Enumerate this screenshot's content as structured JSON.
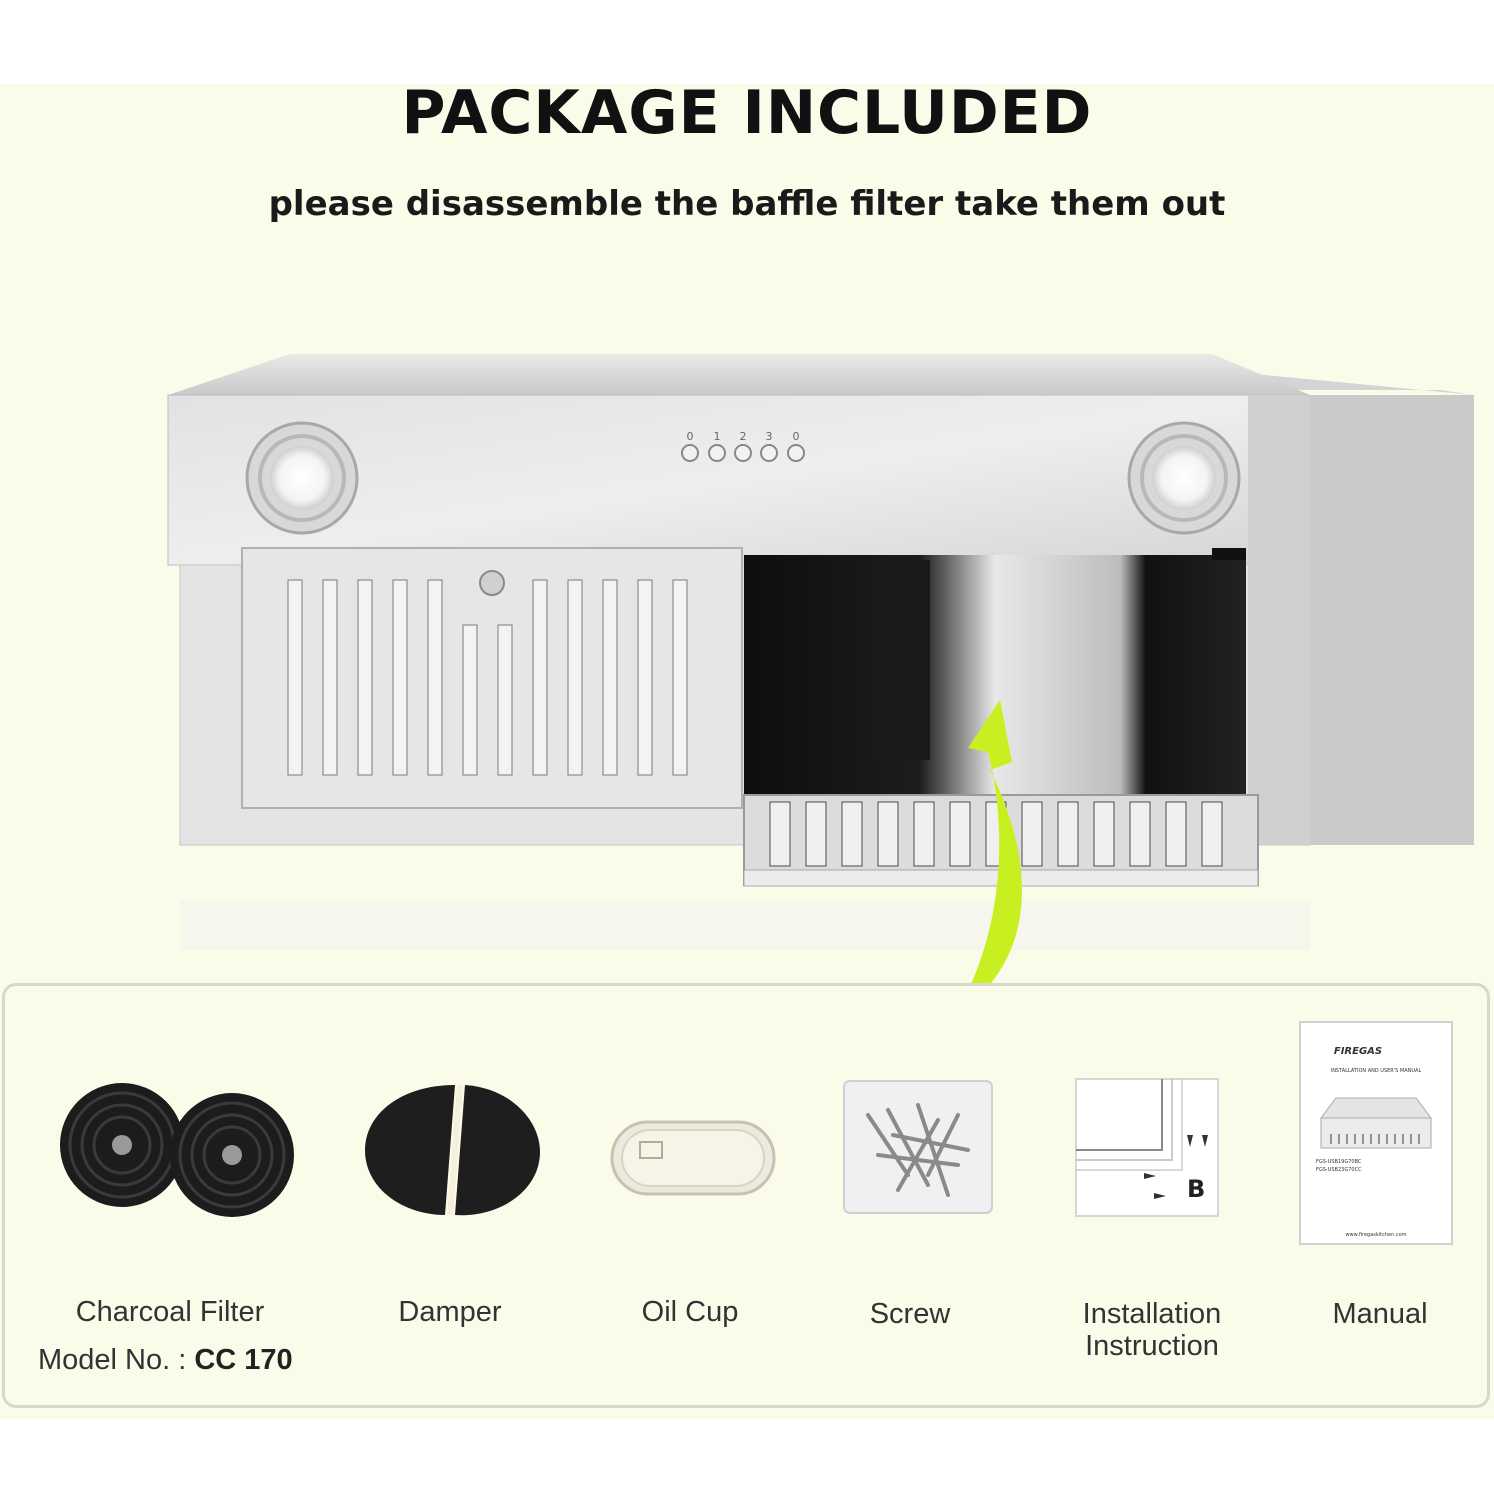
{
  "header": {
    "title": "PACKAGE INCLUDED",
    "subtitle": "please disassemble the baffle filter take them out"
  },
  "controls": {
    "labels": [
      "0",
      "1",
      "2",
      "3",
      "0"
    ]
  },
  "accessories": {
    "items": [
      {
        "label": "Charcoal Filter",
        "icon": "charcoal-filter-icon"
      },
      {
        "label": "Damper",
        "icon": "damper-icon"
      },
      {
        "label": "Oil Cup",
        "icon": "oil-cup-icon"
      },
      {
        "label": "Screw",
        "icon": "screw-bag-icon"
      },
      {
        "label": "Installation Instruction",
        "icon": "installation-sheet-icon"
      },
      {
        "label": "Manual",
        "icon": "manual-booklet-icon"
      }
    ],
    "model_prefix": "Model No. : ",
    "model_value": "CC 170",
    "install_sheet_letter": "B"
  },
  "manual": {
    "brand": "FIREGAS",
    "heading": "INSTALLATION AND USER'S MANUAL",
    "models": [
      "FGS-USB19G70BC",
      "FGS-USB23G70CC"
    ],
    "website": "www.firegaskitchen.com"
  },
  "colors": {
    "background": "#fbfbea",
    "arrow": "#c8f020",
    "steel": "#d9d9d9"
  }
}
